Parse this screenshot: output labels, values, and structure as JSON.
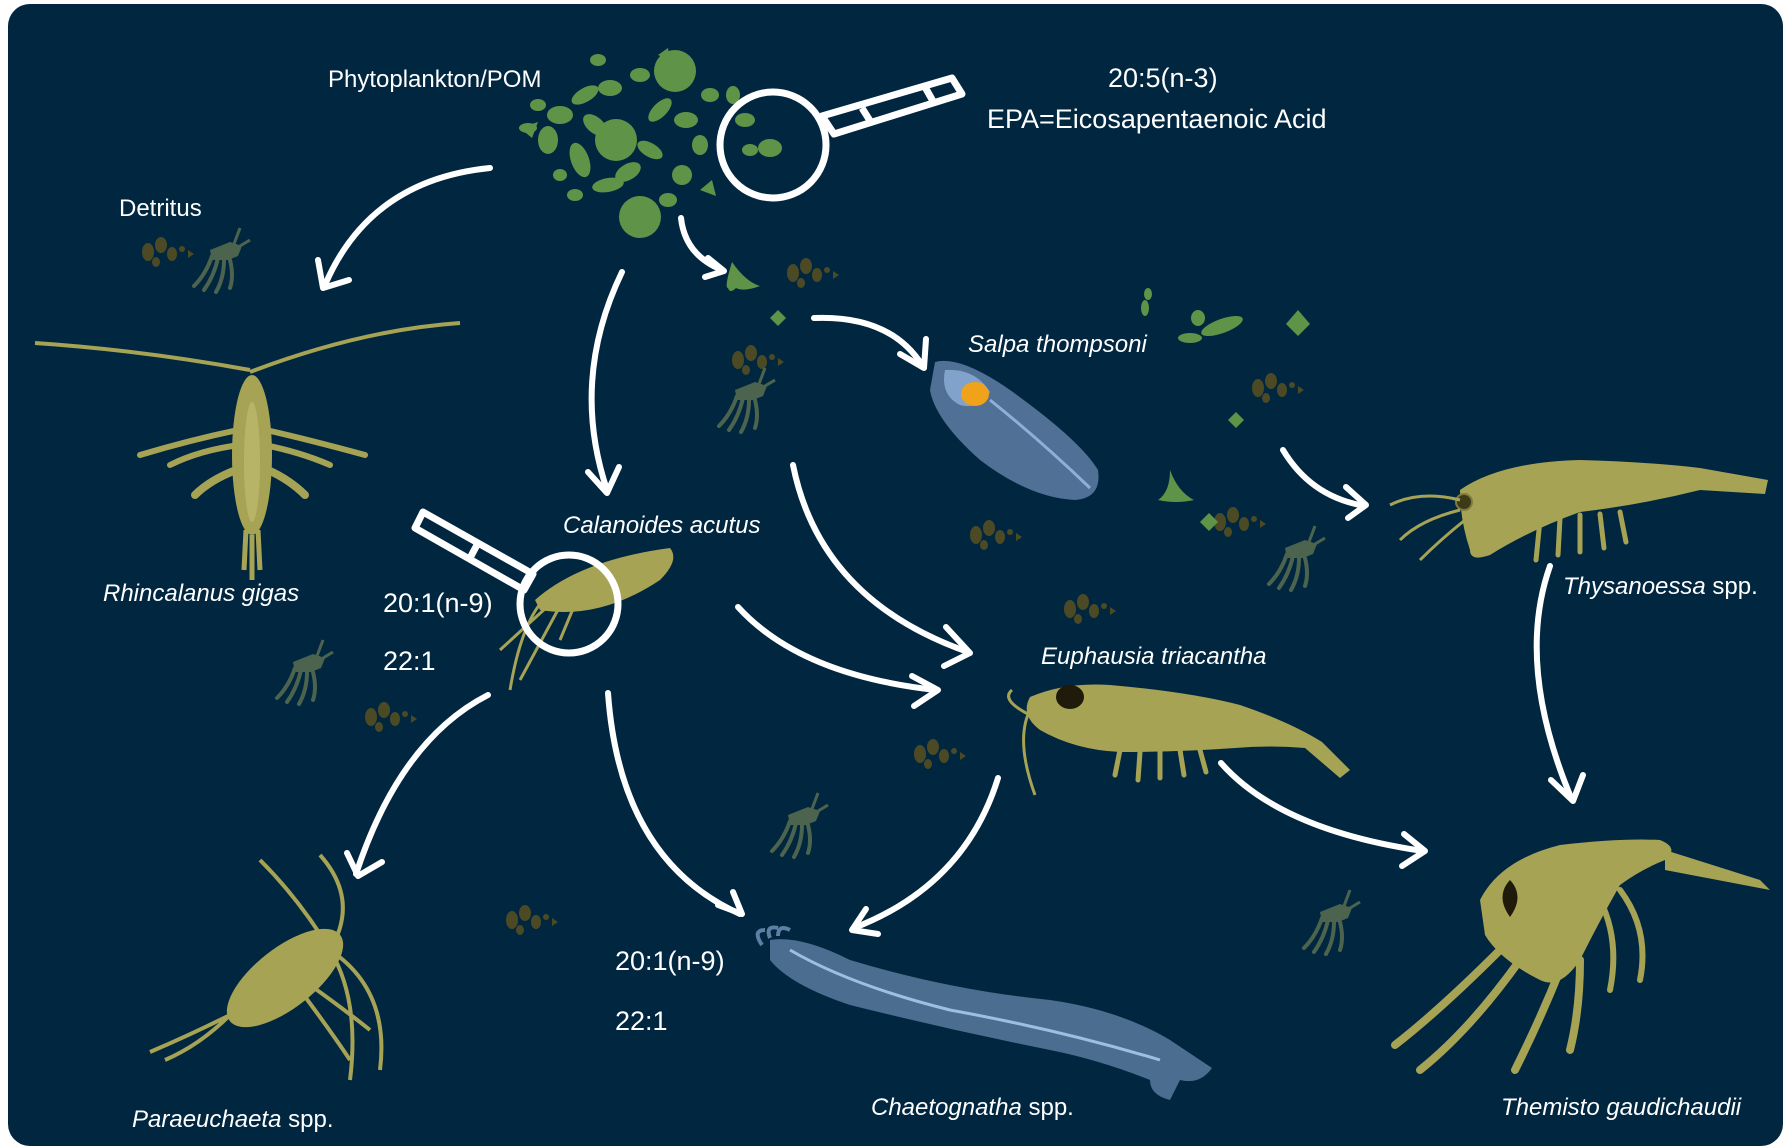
{
  "labels": {
    "phytoplankton": "Phytoplankton/POM",
    "detritus": "Detritus",
    "epa_formula": "20:5(n-3)",
    "epa_name": "EPA=Eicosapentaenoic Acid",
    "salpa": "Salpa thompsoni",
    "calanoides": "Calanoides acutus",
    "rhincalanus": "Rhincalanus gigas",
    "euphausia": "Euphausia triacantha",
    "thysanoessa_genus": "Thysanoessa",
    "thysanoessa_suffix": " spp.",
    "paraeuchaeta_genus": "Paraeuchaeta",
    "paraeuchaeta_suffix": " spp.",
    "chaetognatha_genus": "Chaetognatha",
    "chaetognatha_suffix": " spp.",
    "themisto": "Themisto gaudichaudii"
  },
  "markers": {
    "calanoides_fa1": "20:1(n-9)",
    "calanoides_fa2": "22:1",
    "chaetognatha_fa1": "20:1(n-9)",
    "chaetognatha_fa2": "22:1"
  },
  "colors": {
    "background": "#012640",
    "organism": "#a6a355",
    "phytoplankton": "#5f9448",
    "salp": "#5e7fa4",
    "salp_gut": "#f0a21a",
    "detritus": "#4b4a24",
    "arrow": "#ffffff"
  }
}
